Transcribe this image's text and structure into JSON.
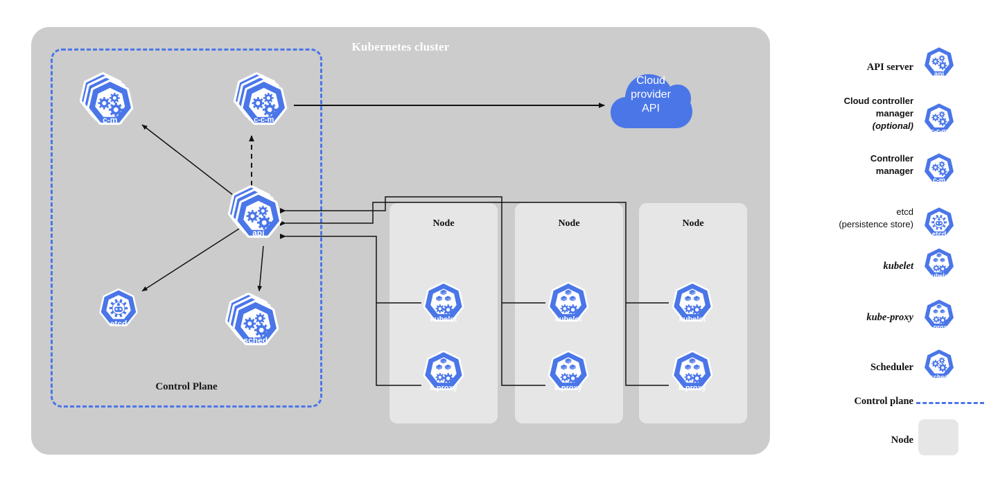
{
  "diagram": {
    "cluster_title": "Kubernetes cluster",
    "control_plane_label": "Control Plane",
    "cloud": {
      "line1": "Cloud",
      "line2": "provider",
      "line3": "API"
    }
  },
  "colors": {
    "k8s_blue": "#4a76e8",
    "k8s_blue_dark": "#3a66d8",
    "cluster_bg": "#cccccc",
    "node_bg": "#e6e6e6",
    "line": "#1a1a1a",
    "title": "#ffffff"
  },
  "control_plane": {
    "components": [
      {
        "id": "c-m",
        "caption": "c-m",
        "stacked": true,
        "glyph": "gears"
      },
      {
        "id": "c-c-m",
        "caption": "c-c-m",
        "stacked": true,
        "glyph": "gears"
      },
      {
        "id": "api",
        "caption": "api",
        "stacked": true,
        "glyph": "gears"
      },
      {
        "id": "etcd",
        "caption": "etcd",
        "stacked": false,
        "glyph": "etcd"
      },
      {
        "id": "sched",
        "caption": "sched",
        "stacked": true,
        "glyph": "gears"
      }
    ]
  },
  "nodes": [
    {
      "title": "Node",
      "components": [
        {
          "caption": "kubelet",
          "glyph": "kubelet"
        },
        {
          "caption": "k-proxy",
          "glyph": "kubelet"
        }
      ]
    },
    {
      "title": "Node",
      "components": [
        {
          "caption": "kubelet",
          "glyph": "kubelet"
        },
        {
          "caption": "k-proxy",
          "glyph": "kubelet"
        }
      ]
    },
    {
      "title": "Node",
      "components": [
        {
          "caption": "kubelet",
          "glyph": "kubelet"
        },
        {
          "caption": "k-proxy",
          "glyph": "kubelet"
        }
      ]
    }
  ],
  "node_labels": {
    "n1_title": "Node",
    "n2_title": "Node",
    "n3_title": "Node",
    "n1_kubelet": "kubelet",
    "n1_kproxy": "k-proxy",
    "n2_kubelet": "kubelet",
    "n2_kproxy": "k-proxy",
    "n3_kubelet": "kubelet",
    "n3_kproxy": "k-proxy"
  },
  "icon_captions": {
    "cm": "c-m",
    "ccm": "c-c-m",
    "api": "api",
    "etcd": "etcd",
    "sched": "sched"
  },
  "legend": {
    "items": [
      {
        "key": "api_server",
        "label": "API server",
        "icon_caption": "api",
        "style": "bold"
      },
      {
        "key": "cloud_controller",
        "label_l1": "Cloud controller",
        "label_l2": "manager",
        "label_l3": "(optional)",
        "icon_caption": "c-c-m",
        "style": "bold-sans"
      },
      {
        "key": "controller_manager",
        "label_l1": "Controller",
        "label_l2": "manager",
        "icon_caption": "c-m",
        "style": "bold-sans"
      },
      {
        "key": "etcd",
        "label_l1": "etcd",
        "label_l2": "(persistence store)",
        "icon_caption": "etcd",
        "style": "plain"
      },
      {
        "key": "kubelet",
        "label": "kubelet",
        "icon_caption": "kubelet",
        "style": "bold-italic"
      },
      {
        "key": "kube_proxy",
        "label": "kube-proxy",
        "icon_caption": "k-proxy",
        "style": "bold-italic"
      },
      {
        "key": "scheduler",
        "label": "Scheduler",
        "icon_caption": "sched",
        "style": "bold"
      },
      {
        "key": "control_plane",
        "label": "Control plane",
        "swatch": "dashed-line",
        "style": "bold"
      },
      {
        "key": "node",
        "label": "Node",
        "swatch": "node-box",
        "style": "bold"
      }
    ],
    "labels": {
      "api_server": "API server",
      "cloud_controller_l1": "Cloud controller",
      "cloud_controller_l2": "manager",
      "cloud_controller_l3": "(optional)",
      "controller_manager_l1": "Controller",
      "controller_manager_l2": "manager",
      "etcd_l1": "etcd",
      "etcd_l2": "(persistence store)",
      "kubelet": "kubelet",
      "kube_proxy": "kube-proxy",
      "scheduler": "Scheduler",
      "control_plane": "Control plane",
      "node": "Node"
    },
    "icon_captions": {
      "api": "api",
      "ccm": "c-c-m",
      "cm": "c-m",
      "etcd": "etcd",
      "kubelet": "kubelet",
      "kproxy": "k-proxy",
      "sched": "sched"
    }
  },
  "connections": [
    {
      "from": "c-c-m",
      "to": "cloud-provider-api",
      "style": "solid-arrow"
    },
    {
      "from": "api",
      "to": "c-m",
      "style": "solid-arrow"
    },
    {
      "from": "api",
      "to": "c-c-m",
      "style": "dashed-arrow"
    },
    {
      "from": "api",
      "to": "etcd",
      "style": "solid-arrow"
    },
    {
      "from": "api",
      "to": "sched",
      "style": "solid-arrow"
    },
    {
      "from": "node-1",
      "to": "api",
      "style": "solid-arrow"
    },
    {
      "from": "node-2",
      "to": "api",
      "style": "solid-arrow"
    },
    {
      "from": "node-3",
      "to": "api",
      "style": "solid-arrow"
    }
  ]
}
